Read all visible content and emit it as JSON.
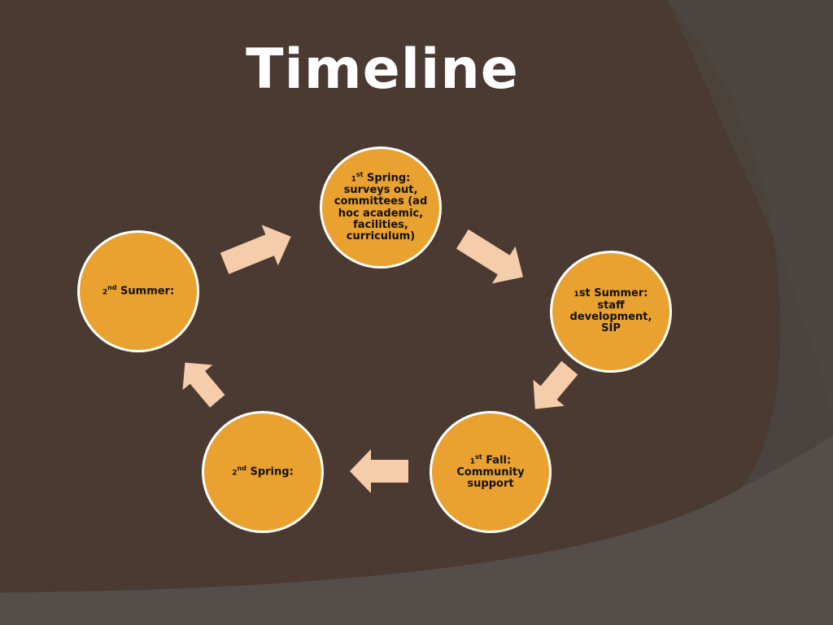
{
  "title": "Timeline",
  "colors": {
    "background": "#4a3a31",
    "node_fill": "#e9a130",
    "node_border": "#ffffff",
    "arrow": "#f6cdaa"
  },
  "nodes": [
    {
      "id": "spring1",
      "ordinal": "1",
      "suffix": "st",
      "label": "Spring",
      "text": "surveys out, committees (ad hoc academic, facilities, curriculum)"
    },
    {
      "id": "summer1",
      "ordinal": "1",
      "suffix": "",
      "label": "st Summer",
      "text": "staff development, SIP"
    },
    {
      "id": "fall1",
      "ordinal": "1",
      "suffix": "st",
      "label": "Fall",
      "text": "Community support"
    },
    {
      "id": "spring2",
      "ordinal": "2",
      "suffix": "nd",
      "label": "Spring",
      "text": ""
    },
    {
      "id": "summer2",
      "ordinal": "2",
      "suffix": "nd",
      "label": "Summer",
      "text": ""
    }
  ]
}
